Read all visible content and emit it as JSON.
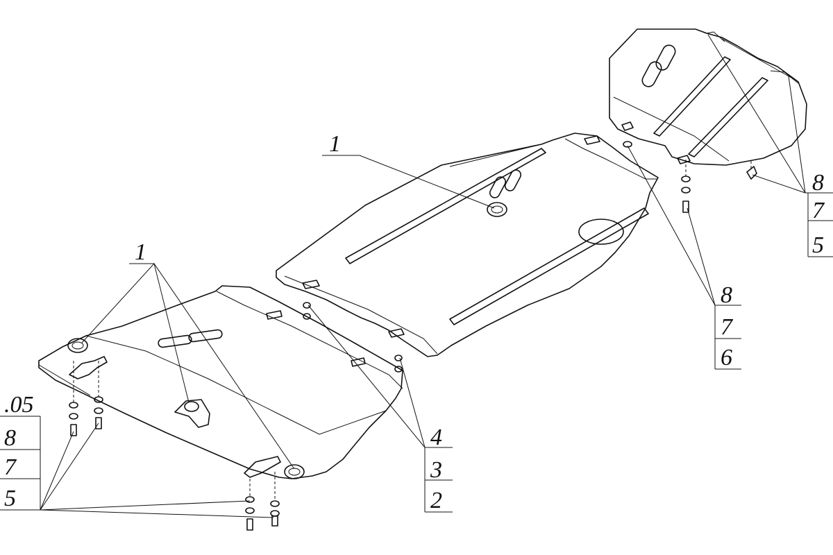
{
  "labels": {
    "part_1_center": "1",
    "part_1_left": "1",
    "stack_right_top": [
      "8",
      "7",
      "5"
    ],
    "stack_right_mid": [
      "8",
      "7",
      "6"
    ],
    "stack_center": [
      "4",
      "3",
      "2"
    ],
    "stack_left": [
      ".05",
      "8",
      "7",
      "5"
    ]
  },
  "colors": {
    "line": "#111111",
    "background": "#ffffff"
  }
}
